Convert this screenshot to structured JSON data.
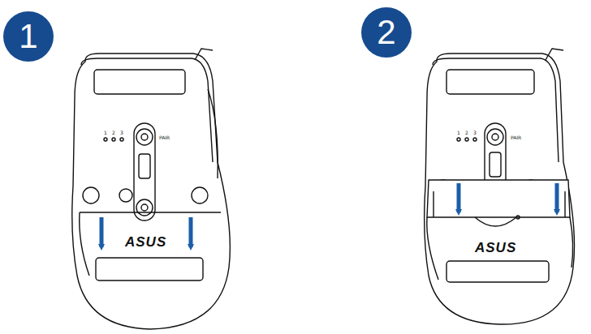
{
  "diagram": {
    "nodes": [
      {
        "text": [
          "1"
        ]
      },
      {
        "text": [
          "2"
        ]
      }
    ],
    "labels": [
      "1",
      "2",
      "3",
      "PAIR",
      "ASUS",
      "1",
      "2",
      "3",
      "PAIR",
      "ASUS"
    ]
  }
}
